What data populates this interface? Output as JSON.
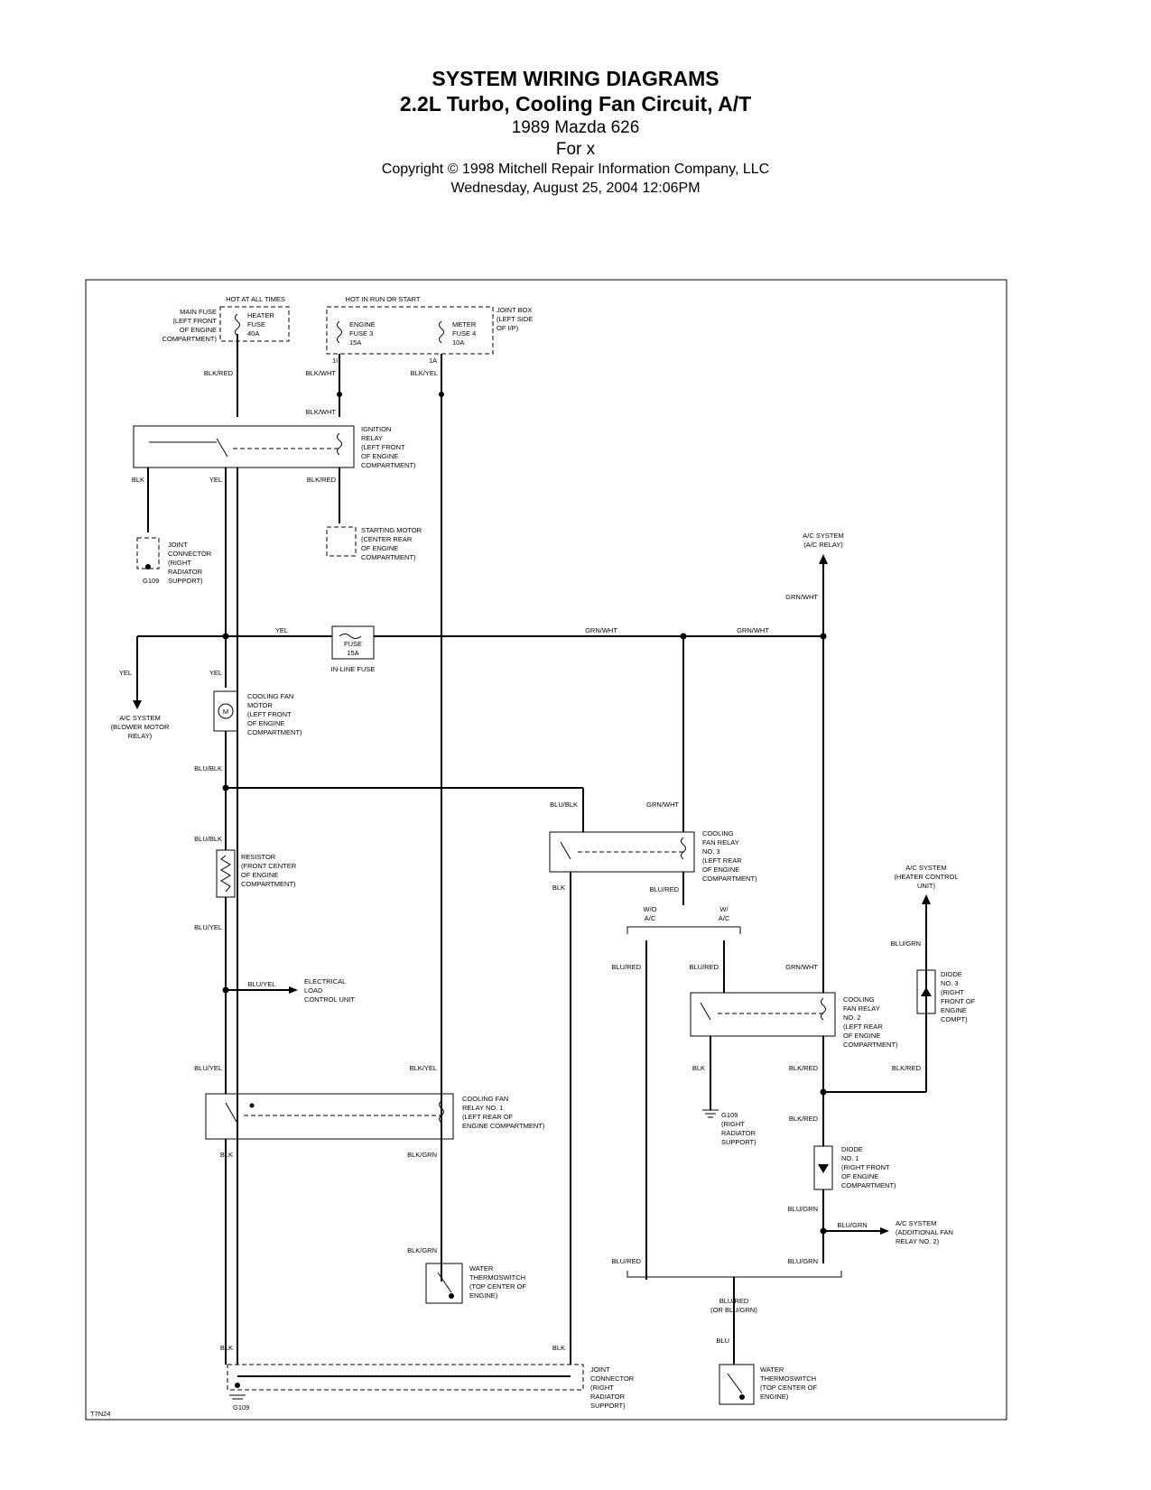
{
  "header": {
    "title": "SYSTEM WIRING DIAGRAMS",
    "subtitle": "2.2L Turbo, Cooling Fan Circuit, A/T",
    "vehicle": "1989 Mazda 626",
    "for": "For x",
    "copyright": "Copyright © 1998 Mitchell Repair Information Company, LLC",
    "date": "Wednesday, August 25, 2004  12:06PM"
  },
  "diagram": {
    "hot_at_all_times": "HOT AT ALL TIMES",
    "hot_in_run": "HOT IN RUN OR START",
    "main_fuse": [
      "MAIN FUSE",
      "(LEFT FRONT",
      "OF ENGINE",
      "COMPARTMENT)"
    ],
    "heater_fuse": [
      "HEATER",
      "FUSE",
      "40A"
    ],
    "engine_fuse": [
      "ENGINE",
      "FUSE 3",
      "15A"
    ],
    "meter_fuse": [
      "METER",
      "FUSE 4",
      "10A"
    ],
    "joint_box": [
      "JOINT BOX",
      "(LEFT SIDE",
      "OF I/P)"
    ],
    "pin_1i": "1I",
    "pin_1a": "1A",
    "blk_red_1": "BLK/RED",
    "blk_wht_1": "BLK/WHT",
    "blk_yel_1": "BLK/YEL",
    "blk_wht_2": "BLK/WHT",
    "ignition_relay": [
      "IGNITION",
      "RELAY",
      "(LEFT FRONT",
      "OF ENGINE",
      "COMPARTMENT)"
    ],
    "blk_1": "BLK",
    "yel_1": "YEL",
    "blk_red_2": "BLK/RED",
    "joint_connector_1": [
      "JOINT",
      "CONNECTOR",
      "(RIGHT",
      "RADIATOR",
      "SUPPORT)"
    ],
    "g109_1": "G109",
    "starting_motor": [
      "STARTING MOTOR",
      "(CENTER REAR",
      "OF ENGINE",
      "COMPARTMENT)"
    ],
    "ac_system_relay": [
      "A/C SYSTEM",
      "(A/C RELAY)"
    ],
    "grn_wht_1": "GRN/WHT",
    "yel_2": "YEL",
    "grn_wht_2": "GRN/WHT",
    "grn_wht_3": "GRN/WHT",
    "inline_fuse_box": [
      "FUSE",
      "15A"
    ],
    "inline_fuse_label": "IN-LINE FUSE",
    "yel_3": "YEL",
    "yel_4": "YEL",
    "ac_blower": [
      "A/C SYSTEM",
      "(BLOWER MOTOR",
      "RELAY)"
    ],
    "fan_motor": [
      "COOLING FAN",
      "MOTOR",
      "(LEFT FRONT",
      "OF ENGINE",
      "COMPARTMENT)"
    ],
    "motor_symbol": "M",
    "blu_blk_1": "BLU/BLK",
    "blu_blk_2": "BLU/BLK",
    "grn_wht_4": "GRN/WHT",
    "fan_relay_3": [
      "COOLING",
      "FAN RELAY",
      "NO. 3",
      "(LEFT REAR",
      "OF ENGINE",
      "COMPARTMENT)"
    ],
    "blu_blk_3": "BLU/BLK",
    "resistor": [
      "RESISTOR",
      "(FRONT CENTER",
      "OF ENGINE",
      "COMPARTMENT)"
    ],
    "blk_2": "BLK",
    "blu_red_1": "BLU/RED",
    "ac_heater": [
      "A/C SYSTEM",
      "(HEATER CONTROL",
      "UNIT)"
    ],
    "wo_ac": [
      "W/O",
      "A/C"
    ],
    "w_ac": [
      "W/",
      "A/C"
    ],
    "blu_yel_1": "BLU/YEL",
    "blu_grn_1": "BLU/GRN",
    "blu_red_2": "BLU/RED",
    "blu_red_3": "BLU/RED",
    "grn_wht_5": "GRN/WHT",
    "blu_yel_2": "BLU/YEL",
    "elc_unit": [
      "ELECTRICAL",
      "LOAD",
      "CONTROL UNIT"
    ],
    "diode_3": [
      "DIODE",
      "NO. 3",
      "(RIGHT",
      "FRONT OF",
      "ENGINE",
      "COMPT)"
    ],
    "fan_relay_2": [
      "COOLING",
      "FAN RELAY",
      "NO. 2",
      "(LEFT REAR",
      "OF ENGINE",
      "COMPARTMENT)"
    ],
    "blk_3": "BLK",
    "blk_red_3": "BLK/RED",
    "blk_red_4": "BLK/RED",
    "blu_yel_3": "BLU/YEL",
    "blk_yel_2": "BLK/YEL",
    "fan_relay_1": [
      "COOLING FAN",
      "RELAY NO. 1",
      "(LEFT REAR OF",
      "ENGINE COMPARTMENT)"
    ],
    "g109_2": [
      "G109",
      "(RIGHT",
      "RADIATOR",
      "SUPPORT)"
    ],
    "blk_red_5": "BLK/RED",
    "blk_4": "BLK",
    "blk_grn_1": "BLK/GRN",
    "diode_1": [
      "DIODE",
      "NO. 1",
      "(RIGHT FRONT",
      "OF ENGINE",
      "COMPARTMENT)"
    ],
    "blu_grn_2": "BLU/GRN",
    "blu_grn_3": "BLU/GRN",
    "ac_additional": [
      "A/C SYSTEM",
      "(ADDITIONAL FAN",
      "RELAY NO. 2)"
    ],
    "blk_grn_2": "BLK/GRN",
    "thermo_1": [
      "WATER",
      "THERMOSWITCH",
      "(TOP CENTER OF",
      "ENGINE)"
    ],
    "blu_red_4": "BLU/RED",
    "blu_grn_4": "BLU/GRN",
    "blu_red_or": [
      "BLU/RED",
      "(OR BLU/GRN)"
    ],
    "blu": "BLU",
    "blk_5": "BLK",
    "blk_6": "BLK",
    "joint_connector_2": [
      "JOINT",
      "CONNECTOR",
      "(RIGHT",
      "RADIATOR",
      "SUPPORT)"
    ],
    "g109_3": "G109",
    "thermo_2": [
      "WATER",
      "THERMOSWITCH",
      "(TOP CENTER OF",
      "ENGINE)"
    ],
    "code": "T7N24"
  }
}
